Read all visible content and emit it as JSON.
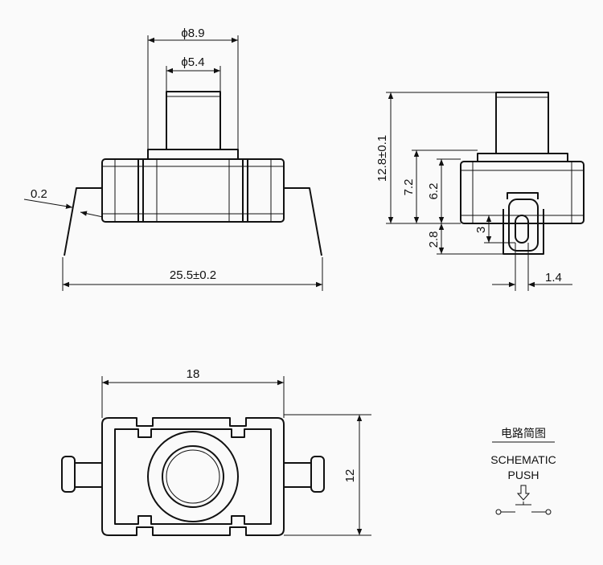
{
  "dimensions": {
    "top_outer_diameter": "ϕ8.9",
    "top_inner_diameter": "ϕ5.4",
    "lead_thickness": "0.2",
    "overall_width": "25.5±0.2",
    "total_height": "12.8±0.1",
    "body_height_a": "7.2",
    "body_height_b": "6.2",
    "pin_length": "2.8",
    "slot_length": "3",
    "pin_width": "1.4",
    "bottom_length": "18",
    "bottom_width": "12"
  },
  "legend": {
    "title_cn": "电路简图",
    "title_en": "SCHEMATIC",
    "subtitle": "PUSH"
  },
  "colors": {
    "line": "#111111",
    "background": "#fafafa"
  }
}
